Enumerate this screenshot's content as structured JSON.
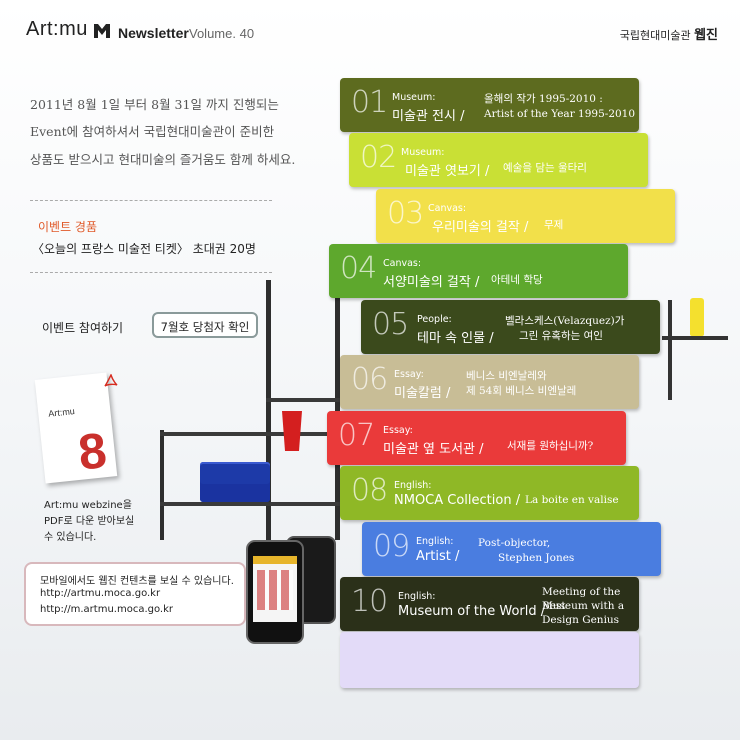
{
  "header": {
    "logo": "Art:mu",
    "newsletter_label": "Newsletter",
    "volume": "Volume. 40",
    "org": "국립현대미술관",
    "webzine": "웹진"
  },
  "intro": {
    "line1": "2011년 8월 1일 부터 8월 31일 까지 진행되는",
    "line2": "Event에 참여하셔서 국립현대미술관이 준비한",
    "line3": "상품도 받으시고 현대미술의 즐거움도 함께 하세요."
  },
  "prize": {
    "label": "이벤트 경품",
    "text": "〈오늘의 프랑스 미술전 티켓〉 초대권 20명"
  },
  "participate_label": "이벤트 참여하기",
  "winner_button": "7월호 당첨자 확인",
  "pdf": {
    "cover_logo": "Art:mu",
    "cover_number": "8",
    "note1": "Art:mu webzine을",
    "note2": "PDF로 다운 받아보실",
    "note3": "수 있습니다."
  },
  "mobile": {
    "line1": "모바일에서도 웹진 컨텐츠를 보실 수 있습니다.",
    "url1": "http://artmu.moca.go.kr",
    "url2": "http://m.artmu.moca.go.kr"
  },
  "menu": [
    {
      "num": "01",
      "category": "Museum:",
      "title": "미술관 전시 /",
      "sub1": "올해의 작가 1995-2010 :",
      "sub2": "Artist of the Year 1995-2010",
      "color": "#5d6b1f"
    },
    {
      "num": "02",
      "category": "Museum:",
      "title": "미술관 엿보기 /",
      "sub1": "예술을 담는 울타리",
      "sub2": "",
      "color": "#c9e035"
    },
    {
      "num": "03",
      "category": "Canvas:",
      "title": "우리미술의 걸작 /",
      "sub1": "무제",
      "sub2": "",
      "color": "#f2e04a"
    },
    {
      "num": "04",
      "category": "Canvas:",
      "title": "서양미술의 걸작 /",
      "sub1": "아테네 학당",
      "sub2": "",
      "color": "#5ea82d"
    },
    {
      "num": "05",
      "category": "People:",
      "title": "테마 속 인물 /",
      "sub1": "벨라스케스(Velazquez)가",
      "sub2": "그린 유혹하는 여인",
      "color": "#3b4a1c"
    },
    {
      "num": "06",
      "category": "Essay:",
      "title": "미술칼럼 /",
      "sub1": "베니스 비엔날레와",
      "sub2": "제 54회 베니스 비엔날레",
      "color": "#c8bd96"
    },
    {
      "num": "07",
      "category": "Essay:",
      "title": "미술관 옆 도서관 /",
      "sub1": "서재를 원하십니까?",
      "sub2": "",
      "color": "#ea3a3a"
    },
    {
      "num": "08",
      "category": "English:",
      "title": "NMOCA Collection /",
      "sub1": "La boite en valise",
      "sub2": "",
      "color": "#8fb826"
    },
    {
      "num": "09",
      "category": "English:",
      "title": "Artist /",
      "sub1": "Post-objector,",
      "sub2": "Stephen Jones",
      "color": "#4a7de0"
    },
    {
      "num": "10",
      "category": "English:",
      "title": "Museum of the World /",
      "sub1": "Meeting of  the Best",
      "sub2": "Museum with a",
      "sub3": "Design Genius",
      "color": "#2b3019"
    }
  ],
  "empty_bar_color": "#e3dbf8"
}
